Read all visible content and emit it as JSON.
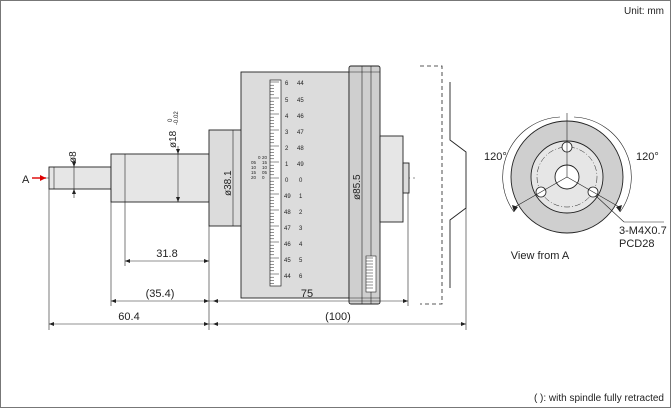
{
  "unit_label": "Unit: mm",
  "footnote": "( ): with spindle fully retracted",
  "view_label": "View from A",
  "arrow_label": "A",
  "side_view": {
    "dims": {
      "spindle_dia": "ø8",
      "sleeve_dia": "ø18",
      "sleeve_tol": "-0.02",
      "sleeve_tol_zero": "0",
      "barrel_dia": "ø38.1",
      "thimble_dia": "ø85.5",
      "len_318": "31.8",
      "len_354": "(35.4)",
      "len_604": "60.4",
      "len_75": "75",
      "len_100": "(100)"
    },
    "sleeve_scale": [
      "0",
      "05",
      "10",
      "15",
      "20"
    ],
    "sleeve_scale_b": [
      "20",
      "15",
      "10",
      "05",
      "0"
    ],
    "thimble_left": [
      "6",
      "5",
      "4",
      "3",
      "2",
      "1",
      "0",
      "49",
      "48",
      "47",
      "46",
      "45",
      "44"
    ],
    "thimble_right": [
      "44",
      "45",
      "46",
      "47",
      "48",
      "49",
      "0",
      "1",
      "2",
      "3",
      "4",
      "5",
      "6"
    ]
  },
  "end_view": {
    "angle_left": "120°",
    "angle_right": "120°",
    "thread_label": "3-M4X0.7",
    "pcd_label": "PCD28"
  }
}
